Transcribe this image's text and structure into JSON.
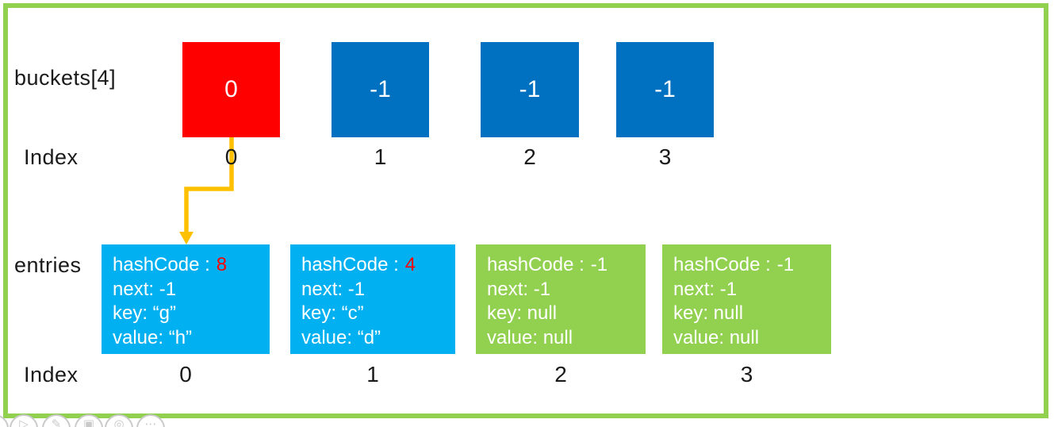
{
  "labels": {
    "buckets": "buckets[4]",
    "bucket_index": "Index",
    "entries": "entries",
    "entries_index": "Index"
  },
  "buckets": [
    {
      "value": "0",
      "index": "0",
      "highlight": true
    },
    {
      "value": "-1",
      "index": "1",
      "highlight": false
    },
    {
      "value": "-1",
      "index": "2",
      "highlight": false
    },
    {
      "value": "-1",
      "index": "3",
      "highlight": false
    }
  ],
  "entries": [
    {
      "hash_label": "hashCode :",
      "hash_value": "8",
      "next": "next: -1",
      "key": "key: “g”",
      "value": "value: “h”",
      "index": "0",
      "state": "filled"
    },
    {
      "hash_label": "hashCode :",
      "hash_value": "4",
      "next": "next: -1",
      "key": "key: “c”",
      "value": "value: “d”",
      "index": "1",
      "state": "filled"
    },
    {
      "hash_label": "hashCode :",
      "hash_value": "-1",
      "next": "next: -1",
      "key": "key: null",
      "value": "value: null",
      "index": "2",
      "state": "empty"
    },
    {
      "hash_label": "hashCode :",
      "hash_value": "-1",
      "next": "next: -1",
      "key": "key: null",
      "value": "value: null",
      "index": "3",
      "state": "empty"
    }
  ],
  "arrow": {
    "from": "bucket-0",
    "to": "entry-0"
  },
  "colors": {
    "border": "#92d050",
    "bucket_default": "#0070c0",
    "bucket_highlight": "#ff0000",
    "entry_filled": "#00b0f0",
    "entry_empty": "#92d050",
    "arrow": "#ffc000",
    "hash_highlight": "#ff0000",
    "label_text": "#1a1a1a",
    "box_text": "#ffffff",
    "watermark": "#c9c9c9"
  },
  "watermark": {
    "icons": [
      {
        "name": "partial-icon",
        "glyph": ""
      },
      {
        "name": "play-icon",
        "glyph": "▷"
      },
      {
        "name": "edit-icon",
        "glyph": "✎"
      },
      {
        "name": "screenshot-icon",
        "glyph": "▣"
      },
      {
        "name": "record-icon",
        "glyph": "◎"
      },
      {
        "name": "more-icon",
        "glyph": "⋯"
      }
    ]
  }
}
